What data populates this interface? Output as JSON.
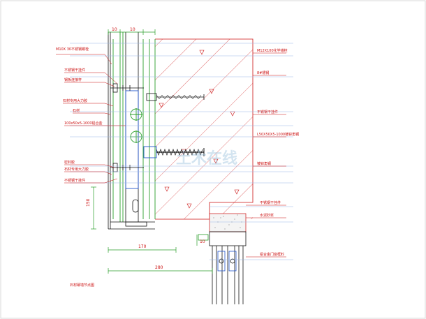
{
  "drawing": {
    "callouts_left": [
      "M10X 30不锈钢螺栓",
      "钢板连接杆",
      "不锈钢干挂件",
      "石材专用大力胶",
      "石材",
      "100x50x5-1000铝合金",
      "密封胶",
      "石材专用大力胶",
      "不锈钢干挂件"
    ],
    "callouts_right": [
      "M12X100化学锚栓",
      "8#槽钢",
      "不锈钢干挂件",
      "镀锌角钢",
      "L50X50X5-1000镀锌角钢",
      "不锈钢干挂件",
      "水泥砂浆",
      "铝合金门窗框料"
    ],
    "dims": {
      "top": [
        "10",
        "10"
      ],
      "h150": "150",
      "h170": "170",
      "h280": "280",
      "h10": "10"
    },
    "caption": "石材幕墙节点图",
    "watermark": "土木在线"
  },
  "colors": {
    "annotation": "#cc1111",
    "structure": "#2a9e2a",
    "steel": "#2255cc",
    "outline": "#111111"
  }
}
